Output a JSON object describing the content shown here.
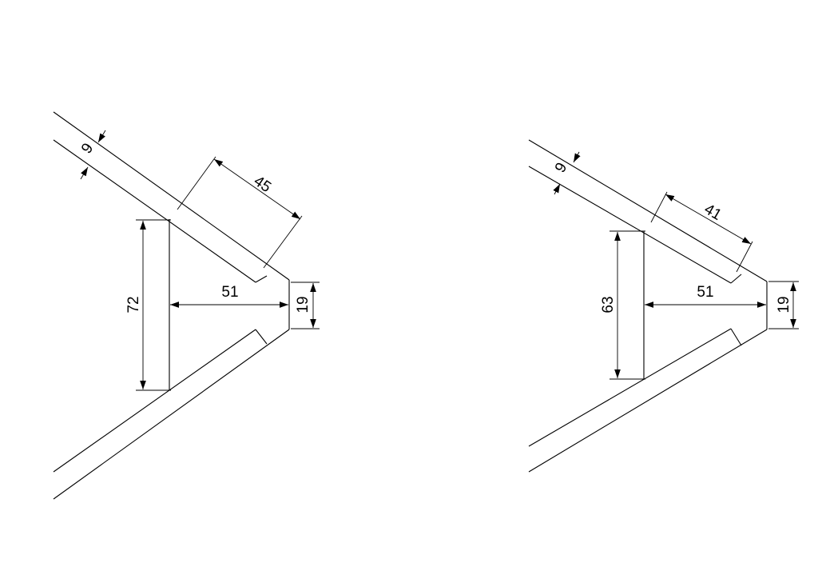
{
  "drawings": [
    {
      "thickness": "9",
      "slant_length": "45",
      "height": "72",
      "depth": "51",
      "tip": "19"
    },
    {
      "thickness": "9",
      "slant_length": "41",
      "height": "63",
      "depth": "51",
      "tip": "19"
    }
  ]
}
